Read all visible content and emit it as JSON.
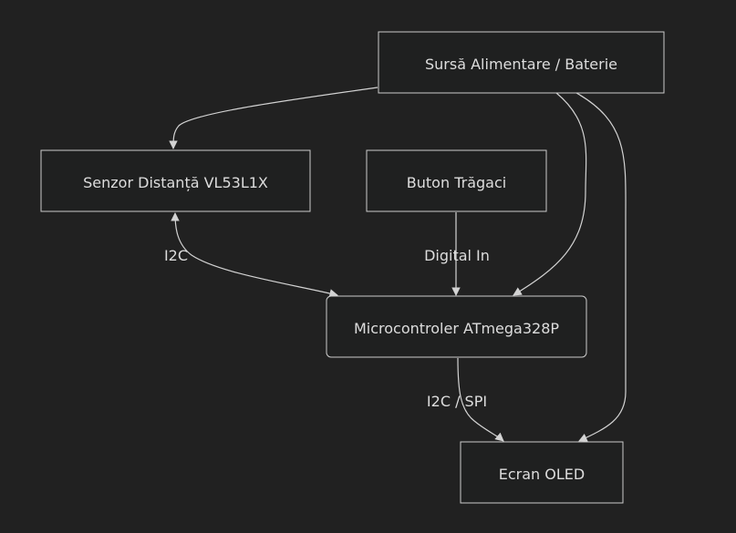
{
  "diagram": {
    "colors": {
      "background": "#212121",
      "node_fill": "#1f2020",
      "node_stroke": "#cccccc",
      "text": "#dddddd",
      "edge": "#d3d3d3"
    },
    "nodes": {
      "power": {
        "label": "Sursă Alimentare / Baterie"
      },
      "sensor": {
        "label": "Senzor Distanță VL53L1X"
      },
      "button": {
        "label": "Buton Trăgaci"
      },
      "mcu": {
        "label": "Microcontroler ATmega328P"
      },
      "oled": {
        "label": "Ecran OLED"
      }
    },
    "edges": [
      {
        "from": "power",
        "to": "sensor",
        "label": ""
      },
      {
        "from": "power",
        "to": "mcu",
        "label": ""
      },
      {
        "from": "power",
        "to": "oled",
        "label": ""
      },
      {
        "from": "sensor",
        "to": "mcu",
        "label": "I2C",
        "bidirectional": true
      },
      {
        "from": "button",
        "to": "mcu",
        "label": "Digital In"
      },
      {
        "from": "mcu",
        "to": "oled",
        "label": "I2C / SPI"
      }
    ]
  }
}
